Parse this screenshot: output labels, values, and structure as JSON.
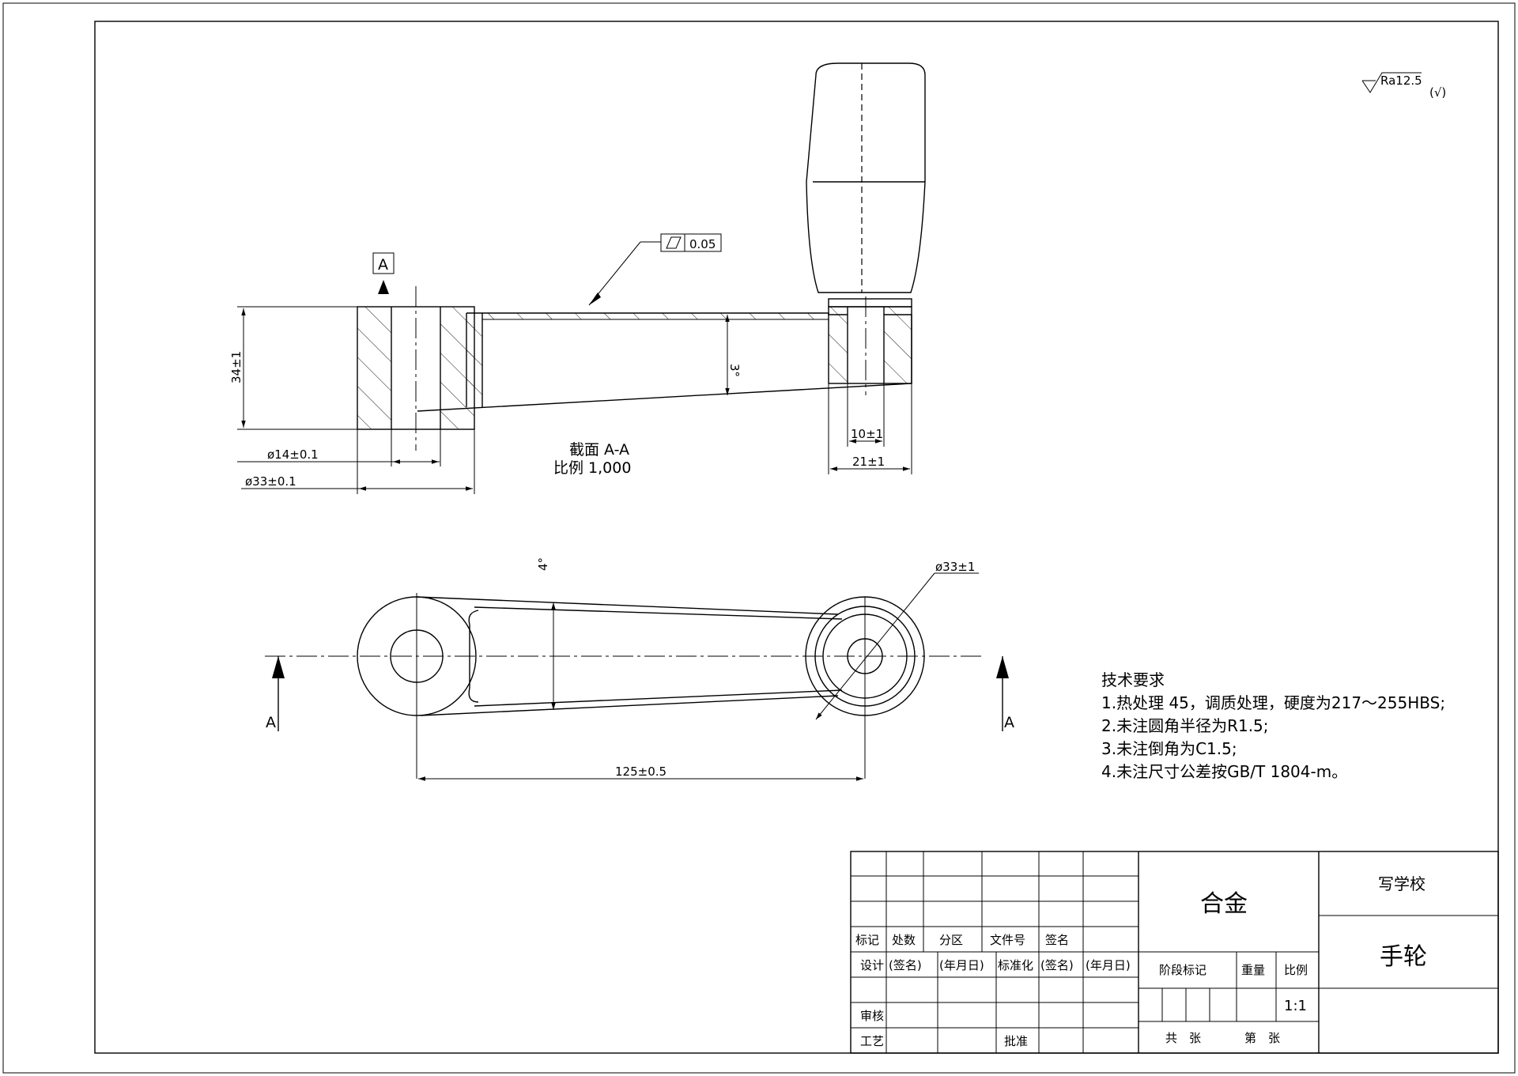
{
  "roughness": {
    "symbol": "Ra12.5",
    "other": "(√)"
  },
  "section_view": {
    "marker": "A",
    "title": "截面 A-A",
    "scale": "比例 1,000",
    "dims": {
      "height": "34±1",
      "bore": "ø14±0.1",
      "boss": "ø33±0.1",
      "angle": "3°",
      "pin": "10±1",
      "hub": "21±1"
    },
    "tolerance": {
      "symbol": "parallelogram",
      "value": "0.05"
    }
  },
  "top_view": {
    "cut_label_left": "A",
    "cut_label_right": "A",
    "dims": {
      "angle": "4°",
      "boss_dia": "ø33±1",
      "center_distance": "125±0.5"
    }
  },
  "tech_requirements": {
    "title": "技术要求",
    "items": [
      "1.热处理 45，调质处理，硬度为217～255HBS;",
      "2.未注圆角半径为R1.5;",
      "3.未注倒角为C1.5;",
      "4.未注尺寸公差按GB/T 1804-m。"
    ]
  },
  "title_block": {
    "headers": [
      "标记",
      "处数",
      "分区",
      "文件号",
      "签名"
    ],
    "design_row": [
      "设计",
      "(签名)",
      "(年月日)",
      "标准化",
      "(签名)",
      "(年月日)"
    ],
    "review": "审核",
    "process": "工艺",
    "approve": "批准",
    "material": "合金",
    "school": "写学校",
    "part_name": "手轮",
    "stage_mark": "阶段标记",
    "weight": "重量",
    "scale_label": "比例",
    "scale_value": "1:1",
    "sheet_total": "共　张",
    "sheet_no": "第　张"
  }
}
